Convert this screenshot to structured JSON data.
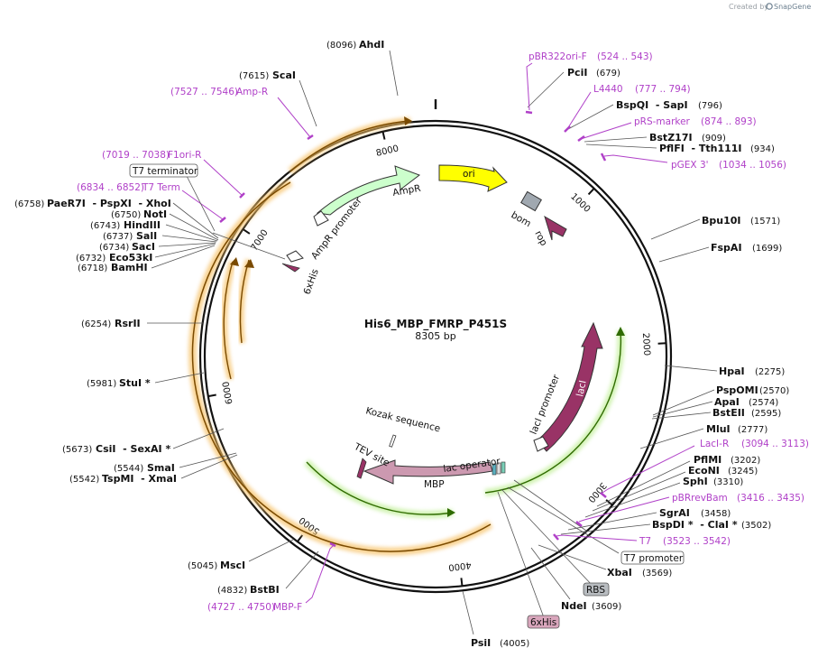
{
  "credit": {
    "text": "Created by",
    "brand": "SnapGene"
  },
  "plasmid": {
    "name": "His6_MBP_FMRP_P451S",
    "length": "8305 bp",
    "length_bp": 8305
  },
  "ticks": [
    "1000",
    "2000",
    "3000",
    "4000",
    "5000",
    "6000",
    "7000",
    "8000"
  ],
  "sites_right": [
    {
      "id": "pcii",
      "name": "PciI",
      "pos": "(679)"
    },
    {
      "id": "bspqi",
      "name": "BspQI  - SapI",
      "pos": "(796)"
    },
    {
      "id": "bstz17i",
      "name": "BstZ17I",
      "pos": "(909)"
    },
    {
      "id": "pflfi",
      "name": "PflFI  - Tth111I",
      "pos": "(934)"
    },
    {
      "id": "bpu10i",
      "name": "Bpu10I",
      "pos": "(1571)"
    },
    {
      "id": "fspai",
      "name": "FspAI",
      "pos": "(1699)"
    },
    {
      "id": "hpai",
      "name": "HpaI",
      "pos": "(2275)"
    },
    {
      "id": "pspomi",
      "name": "PspOMI",
      "pos": "(2570)"
    },
    {
      "id": "apai",
      "name": "ApaI",
      "pos": "(2574)"
    },
    {
      "id": "bsteii",
      "name": "BstEII",
      "pos": "(2595)"
    },
    {
      "id": "mlui",
      "name": "MluI",
      "pos": "(2777)"
    },
    {
      "id": "pflmi",
      "name": "PflMI",
      "pos": "(3202)"
    },
    {
      "id": "econi",
      "name": "EcoNI",
      "pos": "(3245)"
    },
    {
      "id": "sphi",
      "name": "SphI",
      "pos": "(3310)"
    },
    {
      "id": "sgrai",
      "name": "SgrAI",
      "pos": "(3458)"
    },
    {
      "id": "bspdi",
      "name": "BspDI *  - ClaI *",
      "pos": "(3502)"
    },
    {
      "id": "xbai",
      "name": "XbaI",
      "pos": "(3569)"
    },
    {
      "id": "ndei",
      "name": "NdeI",
      "pos": "(3609)"
    },
    {
      "id": "psii",
      "name": "PsiI",
      "pos": "(4005)"
    }
  ],
  "sites_left": [
    {
      "id": "ahdi",
      "name": "AhdI",
      "pos": "(8096)"
    },
    {
      "id": "scai",
      "name": "ScaI",
      "pos": "(7615)"
    },
    {
      "id": "xhoi",
      "name": "PaeR7I  - PspXI  - XhoI",
      "pos": "(6758)"
    },
    {
      "id": "noti",
      "name": "NotI",
      "pos": "(6750)"
    },
    {
      "id": "hindiii",
      "name": "HindIII",
      "pos": "(6743)"
    },
    {
      "id": "sali",
      "name": "SalI",
      "pos": "(6737)"
    },
    {
      "id": "saci",
      "name": "SacI",
      "pos": "(6734)"
    },
    {
      "id": "eco53ki",
      "name": "Eco53kI",
      "pos": "(6732)"
    },
    {
      "id": "bamhi",
      "name": "BamHI",
      "pos": "(6718)"
    },
    {
      "id": "rsrii",
      "name": "RsrII",
      "pos": "(6254)"
    },
    {
      "id": "stui",
      "name": "StuI *",
      "pos": "(5981)"
    },
    {
      "id": "csii",
      "name": "CsiI  - SexAI *",
      "pos": "(5673)"
    },
    {
      "id": "smai",
      "name": "SmaI",
      "pos": "(5544)"
    },
    {
      "id": "tspmi",
      "name": "TspMI  - XmaI",
      "pos": "(5542)"
    },
    {
      "id": "msci",
      "name": "MscI",
      "pos": "(5045)"
    },
    {
      "id": "bstbi",
      "name": "BstBI",
      "pos": "(4832)"
    }
  ],
  "primers": [
    {
      "id": "pbr322ori",
      "name": "pBR322ori-F",
      "range": "(524 .. 543)"
    },
    {
      "id": "l4440",
      "name": "L4440",
      "range": "(777 .. 794)"
    },
    {
      "id": "prsmarker",
      "name": "pRS-marker",
      "range": "(874 .. 893)"
    },
    {
      "id": "pgex3",
      "name": "pGEX 3'",
      "range": "(1034 .. 1056)"
    },
    {
      "id": "lacir",
      "name": "LacI-R",
      "range": "(3094 .. 3113)"
    },
    {
      "id": "pbrrevbam",
      "name": "pBRrevBam",
      "range": "(3416 .. 3435)"
    },
    {
      "id": "t7",
      "name": "T7",
      "range": "(3523 .. 3542)"
    },
    {
      "id": "ampr",
      "name": "Amp-R",
      "range": "(7527 .. 7546)"
    },
    {
      "id": "f1ori",
      "name": "F1ori-R",
      "range": "(7019 .. 7038)"
    },
    {
      "id": "t7term",
      "name": "T7 Term",
      "range": "(6834 .. 6852)"
    },
    {
      "id": "mbpf",
      "name": "MBP-F",
      "range": "(4727 .. 4750)"
    }
  ],
  "boxes": {
    "t7_terminator": "T7 terminator",
    "t7_promoter": "T7 promoter",
    "rbs": "RBS",
    "his6": "6xHis"
  },
  "features": {
    "ori": "ori",
    "ampr": "AmpR",
    "ampr_promoter": "AmpR promoter",
    "bom": "bom",
    "rop": "rop",
    "lacI": "lacI",
    "lacI_promoter": "lacI promoter",
    "lac_operator": "lac operator",
    "mbp": "MBP",
    "tev": "TEV site",
    "kozak": "Kozak sequence",
    "his6_inner": "6xHis"
  },
  "colors": {
    "ori": "#ffff00",
    "ampr": "#ccffcc",
    "bom": "#a0a8b0",
    "rop": "#993366",
    "lacI": "#993366",
    "mbp": "#cc99b0",
    "primer": "#b040c8",
    "orange_glow": "#f6c063",
    "green_glow": "#c6f0a0",
    "backbone": "#111111"
  }
}
